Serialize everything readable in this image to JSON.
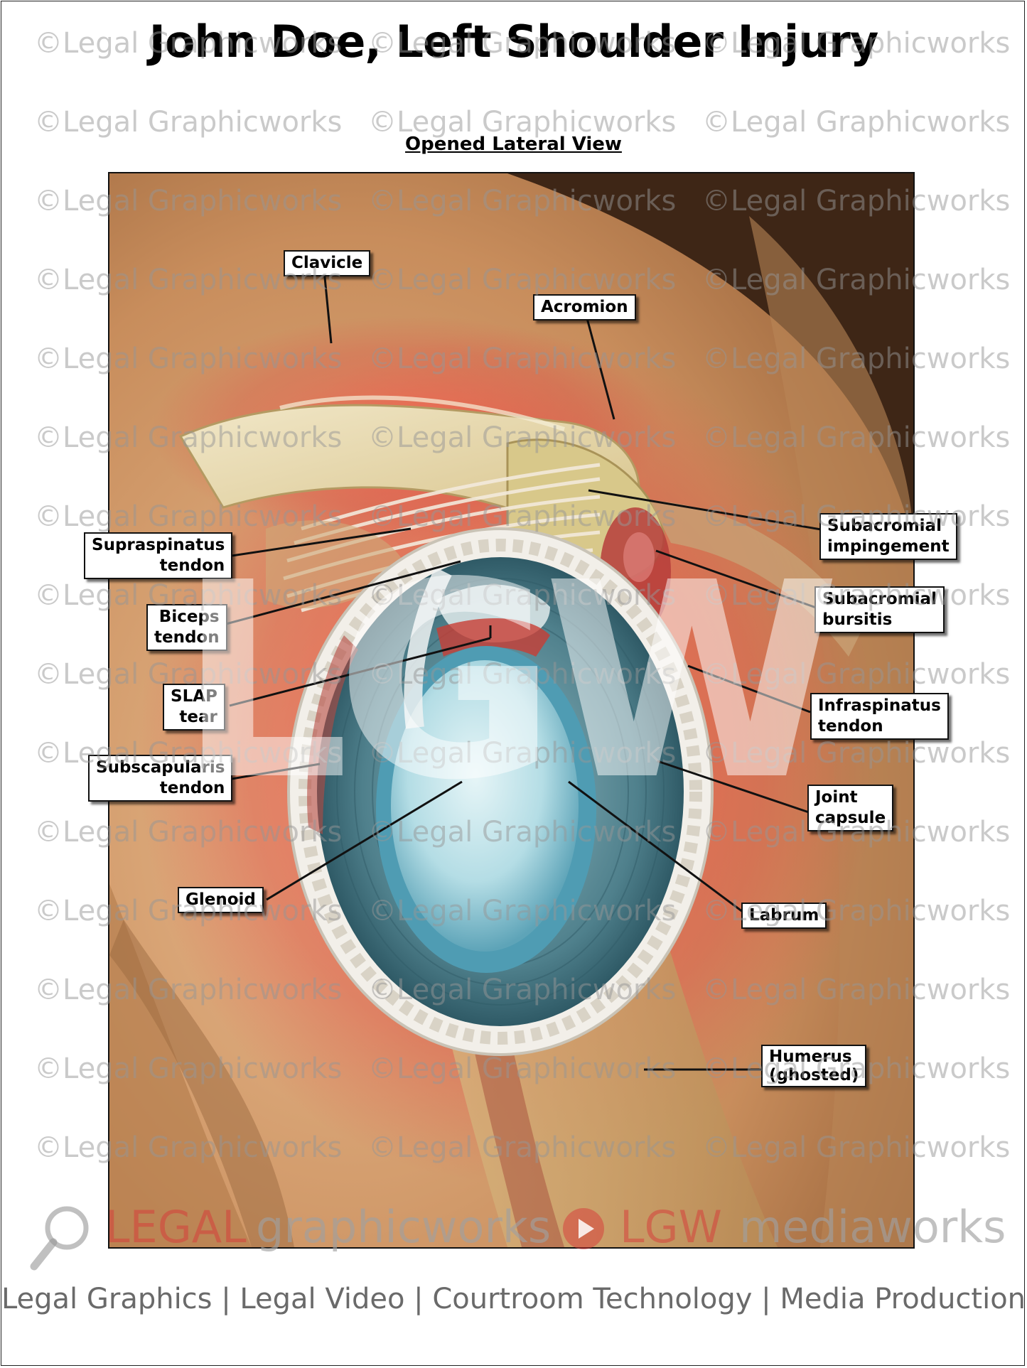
{
  "header": {
    "title": "John Doe, Left Shoulder Injury",
    "subtitle": "Opened Lateral View"
  },
  "labels": {
    "clavicle": "Clavicle",
    "acromion": "Acromion",
    "subacromial_impingement": [
      "Subacromial",
      "impingement"
    ],
    "supraspinatus_tendon": [
      "Supraspinatus",
      "tendon"
    ],
    "biceps_tendon": [
      "Biceps",
      "tendon"
    ],
    "subacromial_bursitis": [
      "Subacromial",
      "bursitis"
    ],
    "slap_tear": [
      "SLAP",
      "tear"
    ],
    "infraspinatus_tendon": [
      "Infraspinatus",
      "tendon"
    ],
    "subscapularis_tendon": [
      "Subscapularis",
      "tendon"
    ],
    "joint_capsule": [
      "Joint",
      "capsule"
    ],
    "glenoid": "Glenoid",
    "labrum": "Labrum",
    "humerus": [
      "Humerus",
      "(ghosted)"
    ]
  },
  "watermark": {
    "text": "©Legal Graphicworks",
    "monogram": "LGW"
  },
  "brand": {
    "legal": "LEGAL",
    "graphicworks": "graphicworks",
    "lgw": "LGW",
    "mediaworks": "mediaworks",
    "tagline": "Legal Graphics | Legal Video | Courtroom Technology | Media Production"
  },
  "colors": {
    "skin": "#d8a577",
    "background_dark": "#3e2616",
    "inflammation": "#e0564c",
    "joint_teal": "#5d8d98",
    "glenoid_blue": "#9ed1dc",
    "bone": "#e3d5a8",
    "brand_red": "#d73737"
  }
}
